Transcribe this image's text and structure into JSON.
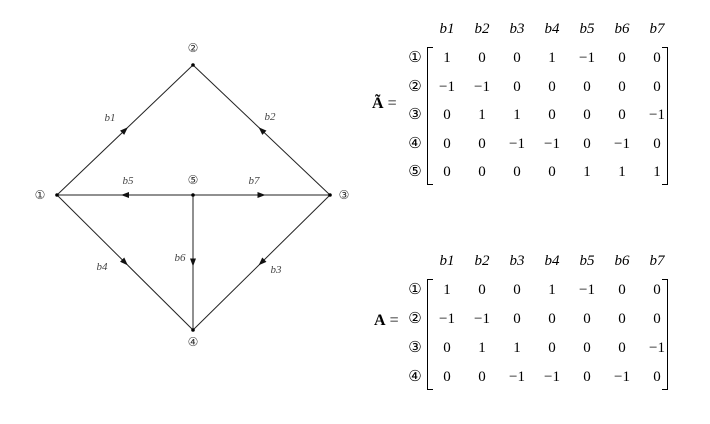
{
  "graph": {
    "nodes": [
      {
        "id": "n1",
        "label": "①"
      },
      {
        "id": "n2",
        "label": "②"
      },
      {
        "id": "n3",
        "label": "③"
      },
      {
        "id": "n4",
        "label": "④"
      },
      {
        "id": "n5",
        "label": "⑤"
      }
    ],
    "edges": [
      {
        "label": "b1",
        "from": "①",
        "to": "②"
      },
      {
        "label": "b2",
        "from": "③",
        "to": "②"
      },
      {
        "label": "b3",
        "from": "③",
        "to": "④"
      },
      {
        "label": "b4",
        "from": "①",
        "to": "④"
      },
      {
        "label": "b5",
        "from": "⑤",
        "to": "①"
      },
      {
        "label": "b6",
        "from": "⑤",
        "to": "④"
      },
      {
        "label": "b7",
        "from": "⑤",
        "to": "③"
      }
    ]
  },
  "matrices": [
    {
      "name": "Ã",
      "equals": "=",
      "columns": [
        "b1",
        "b2",
        "b3",
        "b4",
        "b5",
        "b6",
        "b7"
      ],
      "rows": [
        "①",
        "②",
        "③",
        "④",
        "⑤"
      ],
      "values": [
        [
          "1",
          "0",
          "0",
          "1",
          "−1",
          "0",
          "0"
        ],
        [
          "−1",
          "−1",
          "0",
          "0",
          "0",
          "0",
          "0"
        ],
        [
          "0",
          "1",
          "1",
          "0",
          "0",
          "0",
          "−1"
        ],
        [
          "0",
          "0",
          "−1",
          "−1",
          "0",
          "−1",
          "0"
        ],
        [
          "0",
          "0",
          "0",
          "0",
          "1",
          "1",
          "1"
        ]
      ]
    },
    {
      "name": "A",
      "equals": "=",
      "columns": [
        "b1",
        "b2",
        "b3",
        "b4",
        "b5",
        "b6",
        "b7"
      ],
      "rows": [
        "①",
        "②",
        "③",
        "④"
      ],
      "values": [
        [
          "1",
          "0",
          "0",
          "1",
          "−1",
          "0",
          "0"
        ],
        [
          "−1",
          "−1",
          "0",
          "0",
          "0",
          "0",
          "0"
        ],
        [
          "0",
          "1",
          "1",
          "0",
          "0",
          "0",
          "−1"
        ],
        [
          "0",
          "0",
          "−1",
          "−1",
          "0",
          "−1",
          "0"
        ]
      ]
    }
  ]
}
